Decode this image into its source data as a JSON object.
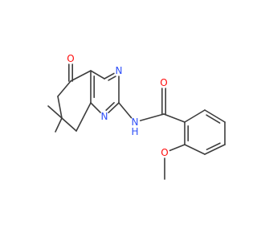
{
  "molecule": {
    "atom_labels": {
      "ketone_o": "O",
      "amide_o": "O",
      "n_ring_upper": "N",
      "n_ring_lower": "N",
      "nh": "N",
      "h": "H",
      "ether_o": "O"
    }
  },
  "colors": {
    "bond": "#3d3d3d",
    "oxygen": "#ff0d0d",
    "nitrogen": "#2f50f8",
    "background": "#ffffff"
  }
}
